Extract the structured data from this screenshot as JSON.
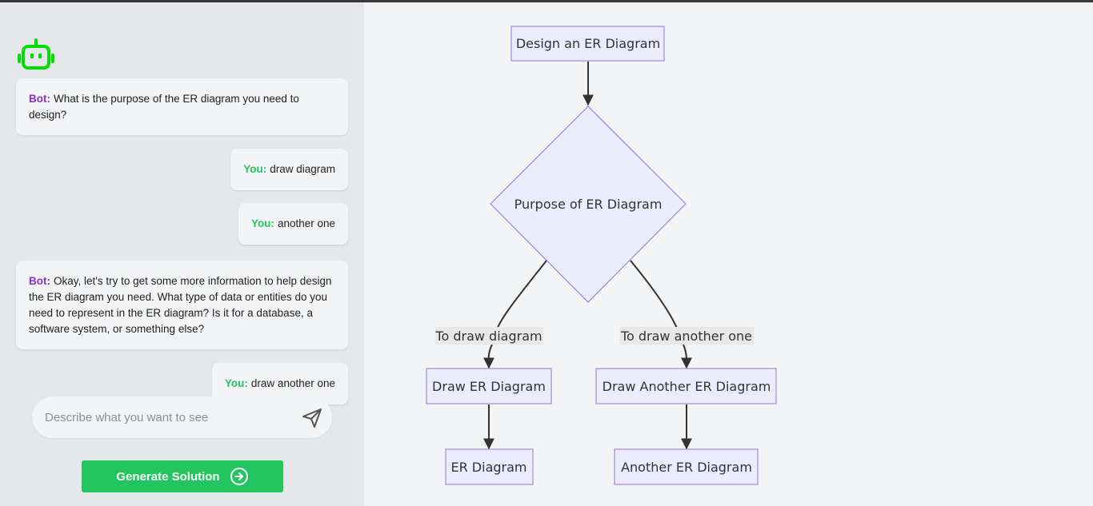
{
  "colors": {
    "accent_green": "#22c55e",
    "bot_purple": "#8b2fc9",
    "node_fill": "#ececff",
    "node_stroke": "#9370db",
    "logo_green": "#00e000"
  },
  "sidebar": {
    "logo_icon": "robot-icon",
    "messages": [
      {
        "role": "bot",
        "speaker": "Bot:",
        "text": "What is the purpose of the ER diagram you need to design?"
      },
      {
        "role": "you",
        "speaker": "You:",
        "text": "draw diagram"
      },
      {
        "role": "you",
        "speaker": "You:",
        "text": "another one"
      },
      {
        "role": "bot",
        "speaker": "Bot:",
        "text": "Okay, let's try to get some more information to help design the ER diagram you need. What type of data or entities do you need to represent in the ER diagram? Is it for a database, a software system, or something else?"
      },
      {
        "role": "you",
        "speaker": "You:",
        "text": "draw another one"
      }
    ],
    "input": {
      "placeholder": "Describe what you want to see",
      "value": ""
    },
    "send_icon": "send-icon",
    "generate_button": {
      "label": "Generate Solution",
      "icon": "arrow-right-circle-icon"
    }
  },
  "diagram": {
    "nodes": {
      "start": "Design an ER Diagram",
      "decision": "Purpose of ER Diagram",
      "left_action": "Draw ER Diagram",
      "right_action": "Draw Another ER Diagram",
      "left_result": "ER Diagram",
      "right_result": "Another ER Diagram"
    },
    "edges": {
      "left_label": "To draw diagram",
      "right_label": "To draw another one"
    }
  }
}
